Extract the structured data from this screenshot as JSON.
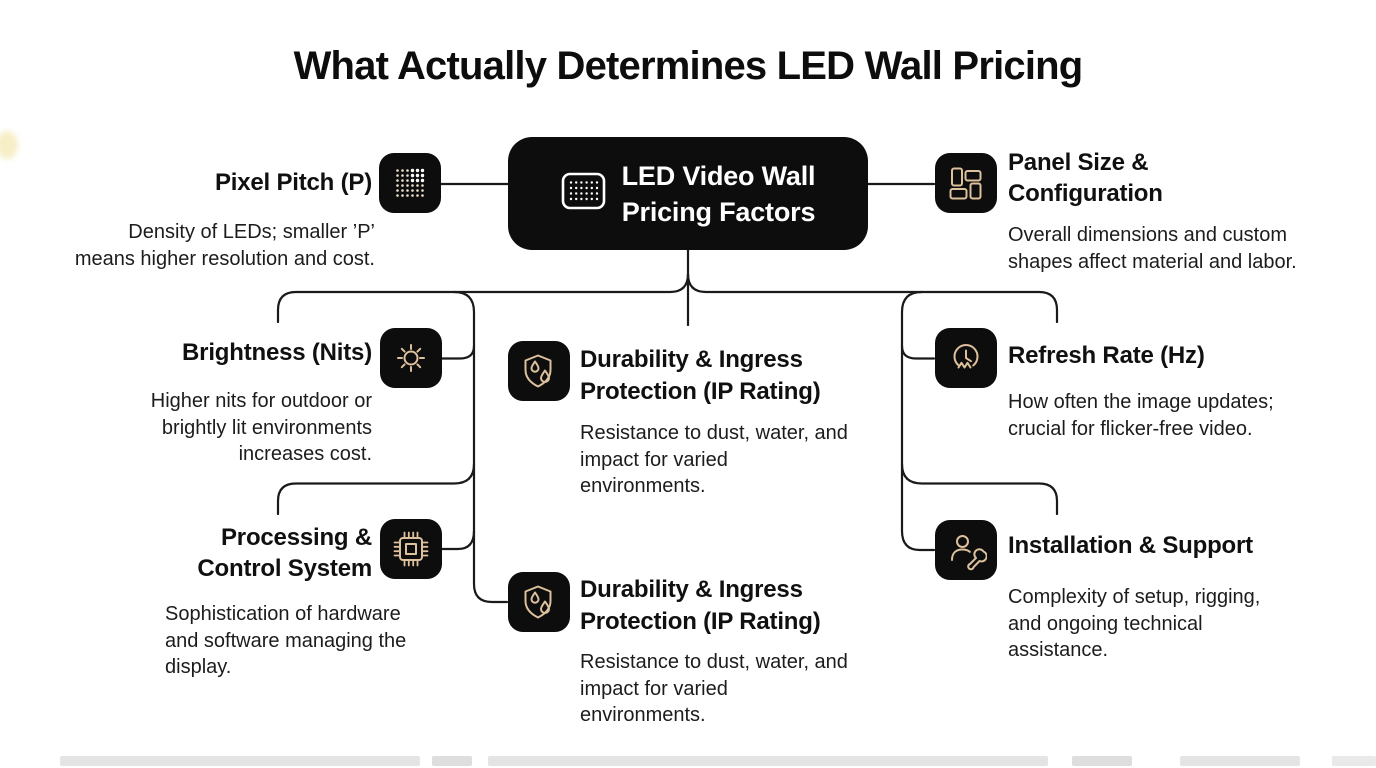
{
  "title": "What Actually Determines LED Wall Pricing",
  "center_node": {
    "label": "LED Video Wall\nPricing Factors",
    "icon": "led-screen-icon"
  },
  "nodes": [
    {
      "id": "pixel-pitch",
      "side": "left",
      "icon": "pixel-grid-icon",
      "title": "Pixel Pitch (P)",
      "description": "Density of LEDs; smaller ’P’\nmeans higher resolution and cost."
    },
    {
      "id": "brightness",
      "side": "left",
      "icon": "sun-icon",
      "title": "Brightness (Nits)",
      "description": "Higher nits for outdoor or\nbrightly lit environments\nincreases cost."
    },
    {
      "id": "processing-control",
      "side": "left",
      "icon": "chip-icon",
      "title": "Processing &\nControl System",
      "description": "Sophistication of hardware\nand software managing the\ndisplay."
    },
    {
      "id": "durability-ip-1",
      "side": "middle",
      "icon": "shield-droplets-icon",
      "title": "Durability & Ingress\nProtection (IP Rating)",
      "description": "Resistance to dust, water, and\nimpact for varied\nenvironments."
    },
    {
      "id": "durability-ip-2",
      "side": "middle",
      "icon": "shield-droplets-icon",
      "title": "Durability & Ingress\nProtection (IP Rating)",
      "description": "Resistance to dust, water, and\nimpact for varied\nenvironments."
    },
    {
      "id": "panel-size-configuration",
      "side": "right",
      "icon": "panel-layout-icon",
      "title": "Panel Size &\nConfiguration",
      "description": "Overall dimensions and custom\nshapes affect material and labor."
    },
    {
      "id": "refresh-rate",
      "side": "right",
      "icon": "clock-wave-icon",
      "title": "Refresh Rate (Hz)",
      "description": "How often the image updates;\ncrucial for flicker-free video."
    },
    {
      "id": "installation-support",
      "side": "right",
      "icon": "person-wrench-icon",
      "title": "Installation & Support",
      "description": "Complexity of setup, rigging,\nand ongoing technical\nassistance."
    }
  ],
  "colors": {
    "background": "#ffffff",
    "node_background": "#0d0d0d",
    "icon_accent": "#ddc09c",
    "connector_line": "#1a1a1a",
    "text": "#111111",
    "center_text": "#ffffff"
  }
}
